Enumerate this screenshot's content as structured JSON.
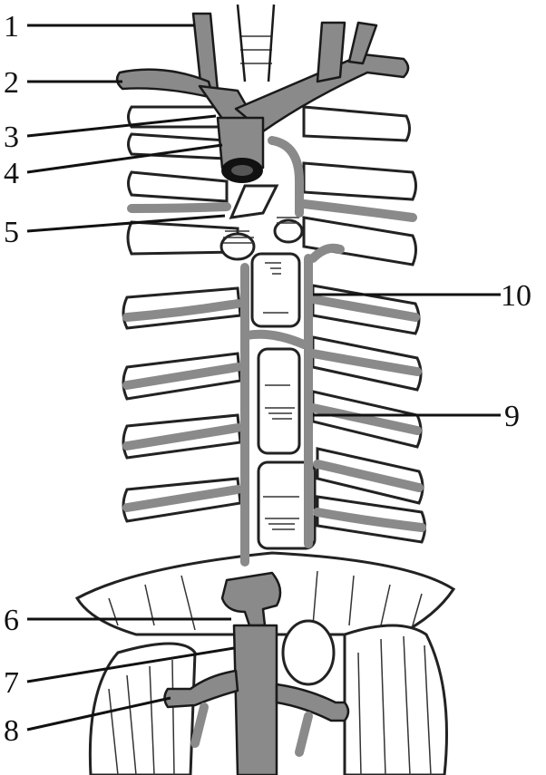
{
  "labels": [
    {
      "id": "1",
      "text": "1"
    },
    {
      "id": "2",
      "text": "2"
    },
    {
      "id": "3",
      "text": "3"
    },
    {
      "id": "4",
      "text": "4"
    },
    {
      "id": "5",
      "text": "5"
    },
    {
      "id": "6",
      "text": "6"
    },
    {
      "id": "7",
      "text": "7"
    },
    {
      "id": "8",
      "text": "8"
    },
    {
      "id": "9",
      "text": "9"
    },
    {
      "id": "10",
      "text": "10"
    }
  ],
  "colors": {
    "vessel": "#8a8a8a",
    "outline": "#1a1a1a",
    "background": "#ffffff"
  }
}
